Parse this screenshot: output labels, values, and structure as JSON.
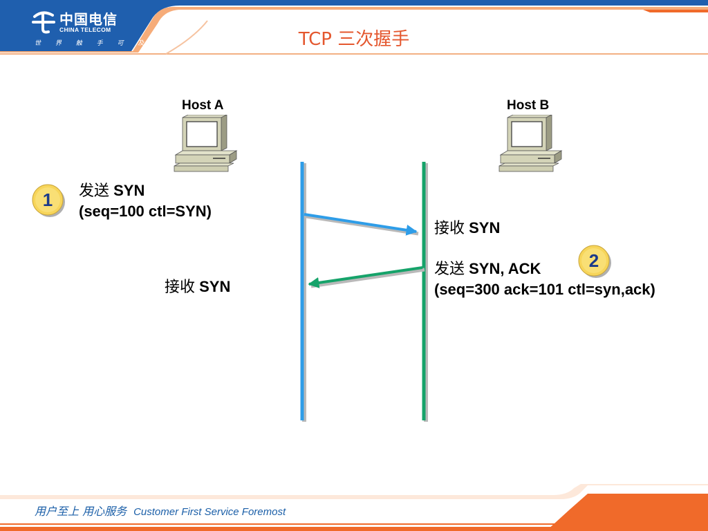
{
  "brand": {
    "logo_cn": "中国电信",
    "logo_en": "CHINA TELECOM",
    "slogan": "世 界 触 手 可 及",
    "logo_icon": "china-telecom-logo-icon"
  },
  "title": "TCP 三次握手",
  "hosts": [
    {
      "label": "Host A",
      "icon": "computer-icon"
    },
    {
      "label": "Host B",
      "icon": "computer-icon"
    }
  ],
  "steps": [
    {
      "number": "1",
      "send_cn": "发送",
      "send_en": " SYN",
      "send_detail": "(seq=100 ctl=SYN)",
      "receive_cn": "接收",
      "receive_en": " SYN"
    },
    {
      "number": "2",
      "send_cn": "发送",
      "send_en": " SYN, ACK",
      "send_detail": "(seq=300 ack=101 ctl=syn,ack)",
      "receive_cn": "接收",
      "receive_en": " SYN"
    }
  ],
  "footer": {
    "cn": "用户至上 用心服务",
    "en": "Customer First Service Foremost"
  },
  "colors": {
    "header_blue": "#1f5fae",
    "accent_orange": "#f06a2a",
    "title_orange": "#e4572e",
    "host_a_line": "#2e9de8",
    "host_b_line": "#16a36a",
    "badge_yellow": "#f7d55a",
    "footer_text": "#1b5fa8"
  }
}
